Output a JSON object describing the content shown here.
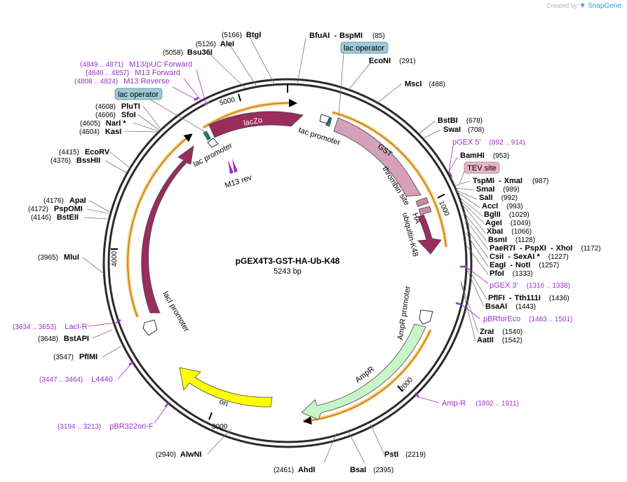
{
  "credit": {
    "text": "Created by",
    "brand": "SnapGene"
  },
  "plasmid": {
    "name": "pGEX4T3-GST-HA-Ub-K48",
    "size": "5243 bp"
  },
  "ticks": [
    "1000",
    "2000",
    "3000",
    "4000",
    "5000"
  ],
  "sites": {
    "btgi": {
      "name": "BtgI",
      "pos": "(5166)"
    },
    "alei": {
      "name": "AleI",
      "pos": "(5126)"
    },
    "bsu36i": {
      "name": "Bsu36I",
      "pos": "(5058)"
    },
    "bfuai": {
      "name": "BfuAI",
      "sep": "-",
      "name2": "BspMI",
      "pos": "(85)"
    },
    "econi": {
      "name": "EcoNI",
      "pos": "(291)"
    },
    "msci": {
      "name": "MscI",
      "pos": "(488)"
    },
    "bstbi": {
      "name": "BstBI",
      "pos": "(678)"
    },
    "swai": {
      "name": "SwaI",
      "pos": "(708)"
    },
    "bamhi": {
      "name": "BamHI",
      "pos": "(953)"
    },
    "tspmi": {
      "name": "TspMI",
      "sep": "-",
      "name2": "XmaI",
      "pos": "(987)"
    },
    "smai": {
      "name": "SmaI",
      "pos": "(989)"
    },
    "sali": {
      "name": "SalI",
      "pos": "(992)"
    },
    "acci": {
      "name": "AccI",
      "pos": "(993)"
    },
    "bglii": {
      "name": "BglII",
      "pos": "(1029)"
    },
    "agei": {
      "name": "AgeI",
      "pos": "(1049)"
    },
    "xbai": {
      "name": "XbaI",
      "pos": "(1066)"
    },
    "bsmi": {
      "name": "BsmI",
      "pos": "(1128)"
    },
    "paer7i": {
      "name": "PaeR7I",
      "sep": "-",
      "name2": "PspXI",
      "sep2": "-",
      "name3": "XhoI",
      "pos": "(1172)"
    },
    "csii": {
      "name": "CsiI",
      "sep": "-",
      "name2": "SexAI *",
      "pos": "(1227)"
    },
    "eagi": {
      "name": "EagI",
      "sep": "-",
      "name2": "NotI",
      "pos": "(1257)"
    },
    "pfoi": {
      "name": "PfoI",
      "pos": "(1333)"
    },
    "pflfi": {
      "name": "PflFI",
      "sep": "-",
      "name2": "Tth111I",
      "pos": "(1436)"
    },
    "bsaai": {
      "name": "BsaAI",
      "pos": "(1443)"
    },
    "zrai": {
      "name": "ZraI",
      "pos": "(1540)"
    },
    "aatii": {
      "name": "AatII",
      "pos": "(1542)"
    },
    "psti": {
      "name": "PstI",
      "pos": "(2219)"
    },
    "bsai": {
      "name": "BsaI",
      "pos": "(2395)"
    },
    "ahdi": {
      "name": "AhdI",
      "pos": "(2461)"
    },
    "alwni": {
      "name": "AlwNI",
      "pos": "(2940)"
    },
    "pflmi": {
      "name": "PflMI",
      "pos": "(3547)"
    },
    "bstapi": {
      "name": "BstAPI",
      "pos": "(3648)"
    },
    "mlui": {
      "name": "MluI",
      "pos": "(3965)"
    },
    "bsteii": {
      "name": "BstEII",
      "pos": "(4146)"
    },
    "pspomi": {
      "name": "PspOMI",
      "pos": "(4172)"
    },
    "apai": {
      "name": "ApaI",
      "pos": "(4176)"
    },
    "bsshii": {
      "name": "BssHII",
      "pos": "(4376)"
    },
    "ecorv": {
      "name": "EcoRV",
      "pos": "(4415)"
    },
    "kasi": {
      "name": "KasI",
      "pos": "(4604)"
    },
    "nari": {
      "name": "NarI *",
      "pos": "(4605)"
    },
    "sfoi": {
      "name": "SfoI",
      "pos": "(4606)"
    },
    "pluti": {
      "name": "PluTI",
      "pos": "(4608)"
    }
  },
  "primers": {
    "m13puc": {
      "name": "M13/pUC Forward",
      "pos": "(4849 .. 4871)"
    },
    "m13fwd": {
      "name": "M13 Forward",
      "pos": "(4840 .. 4857)"
    },
    "m13rev": {
      "name": "M13 Reverse",
      "pos": "(4808 .. 4824)"
    },
    "pgex5": {
      "name": "pGEX 5'",
      "pos": "(892 .. 914)"
    },
    "pgex3": {
      "name": "pGEX 3'",
      "pos": "(1316 .. 1338)"
    },
    "pbrforeco": {
      "name": "pBRforEco",
      "pos": "(1483 .. 1501)"
    },
    "ampr": {
      "name": "Amp-R",
      "pos": "(1892 .. 1911)"
    },
    "pbr322ori": {
      "name": "pBR322ori-F",
      "pos": "(3194 .. 3213)"
    },
    "l4440": {
      "name": "L4440",
      "pos": "(3447 .. 3464)"
    },
    "laci": {
      "name": "LacI-R",
      "pos": "(3634 .. 3653)"
    }
  },
  "boxes": {
    "lacop1": "lac operator",
    "lacop2": "lac operator",
    "tev": "TEV site"
  },
  "features": {
    "laczo": "lacZo",
    "tacpromoter": "tac promoter",
    "lacpromoter": "lac promoter",
    "gst": "GST",
    "thrombin": "thrombin site",
    "ha": "HA",
    "ubiquitin": "ubiquitin-K48",
    "m13rev": "M13 rev",
    "ampr_promoter": "AmpR promoter",
    "ampr": "AmpR",
    "ori": "ori",
    "laci": "lacI",
    "laci_promoter": "lacI promoter"
  },
  "colors": {
    "backbone": "#2b2b2b",
    "orange": "#f5a623",
    "maroon": "#9a2c5e",
    "gst": "#d4a0bb",
    "ampr": "#c8f5c8",
    "ori": "#ffff00",
    "teal": "#2e6f77",
    "purple": "#9b30c8",
    "box_blue": "#9ec9d6",
    "box_pink": "#e6b5c3"
  }
}
